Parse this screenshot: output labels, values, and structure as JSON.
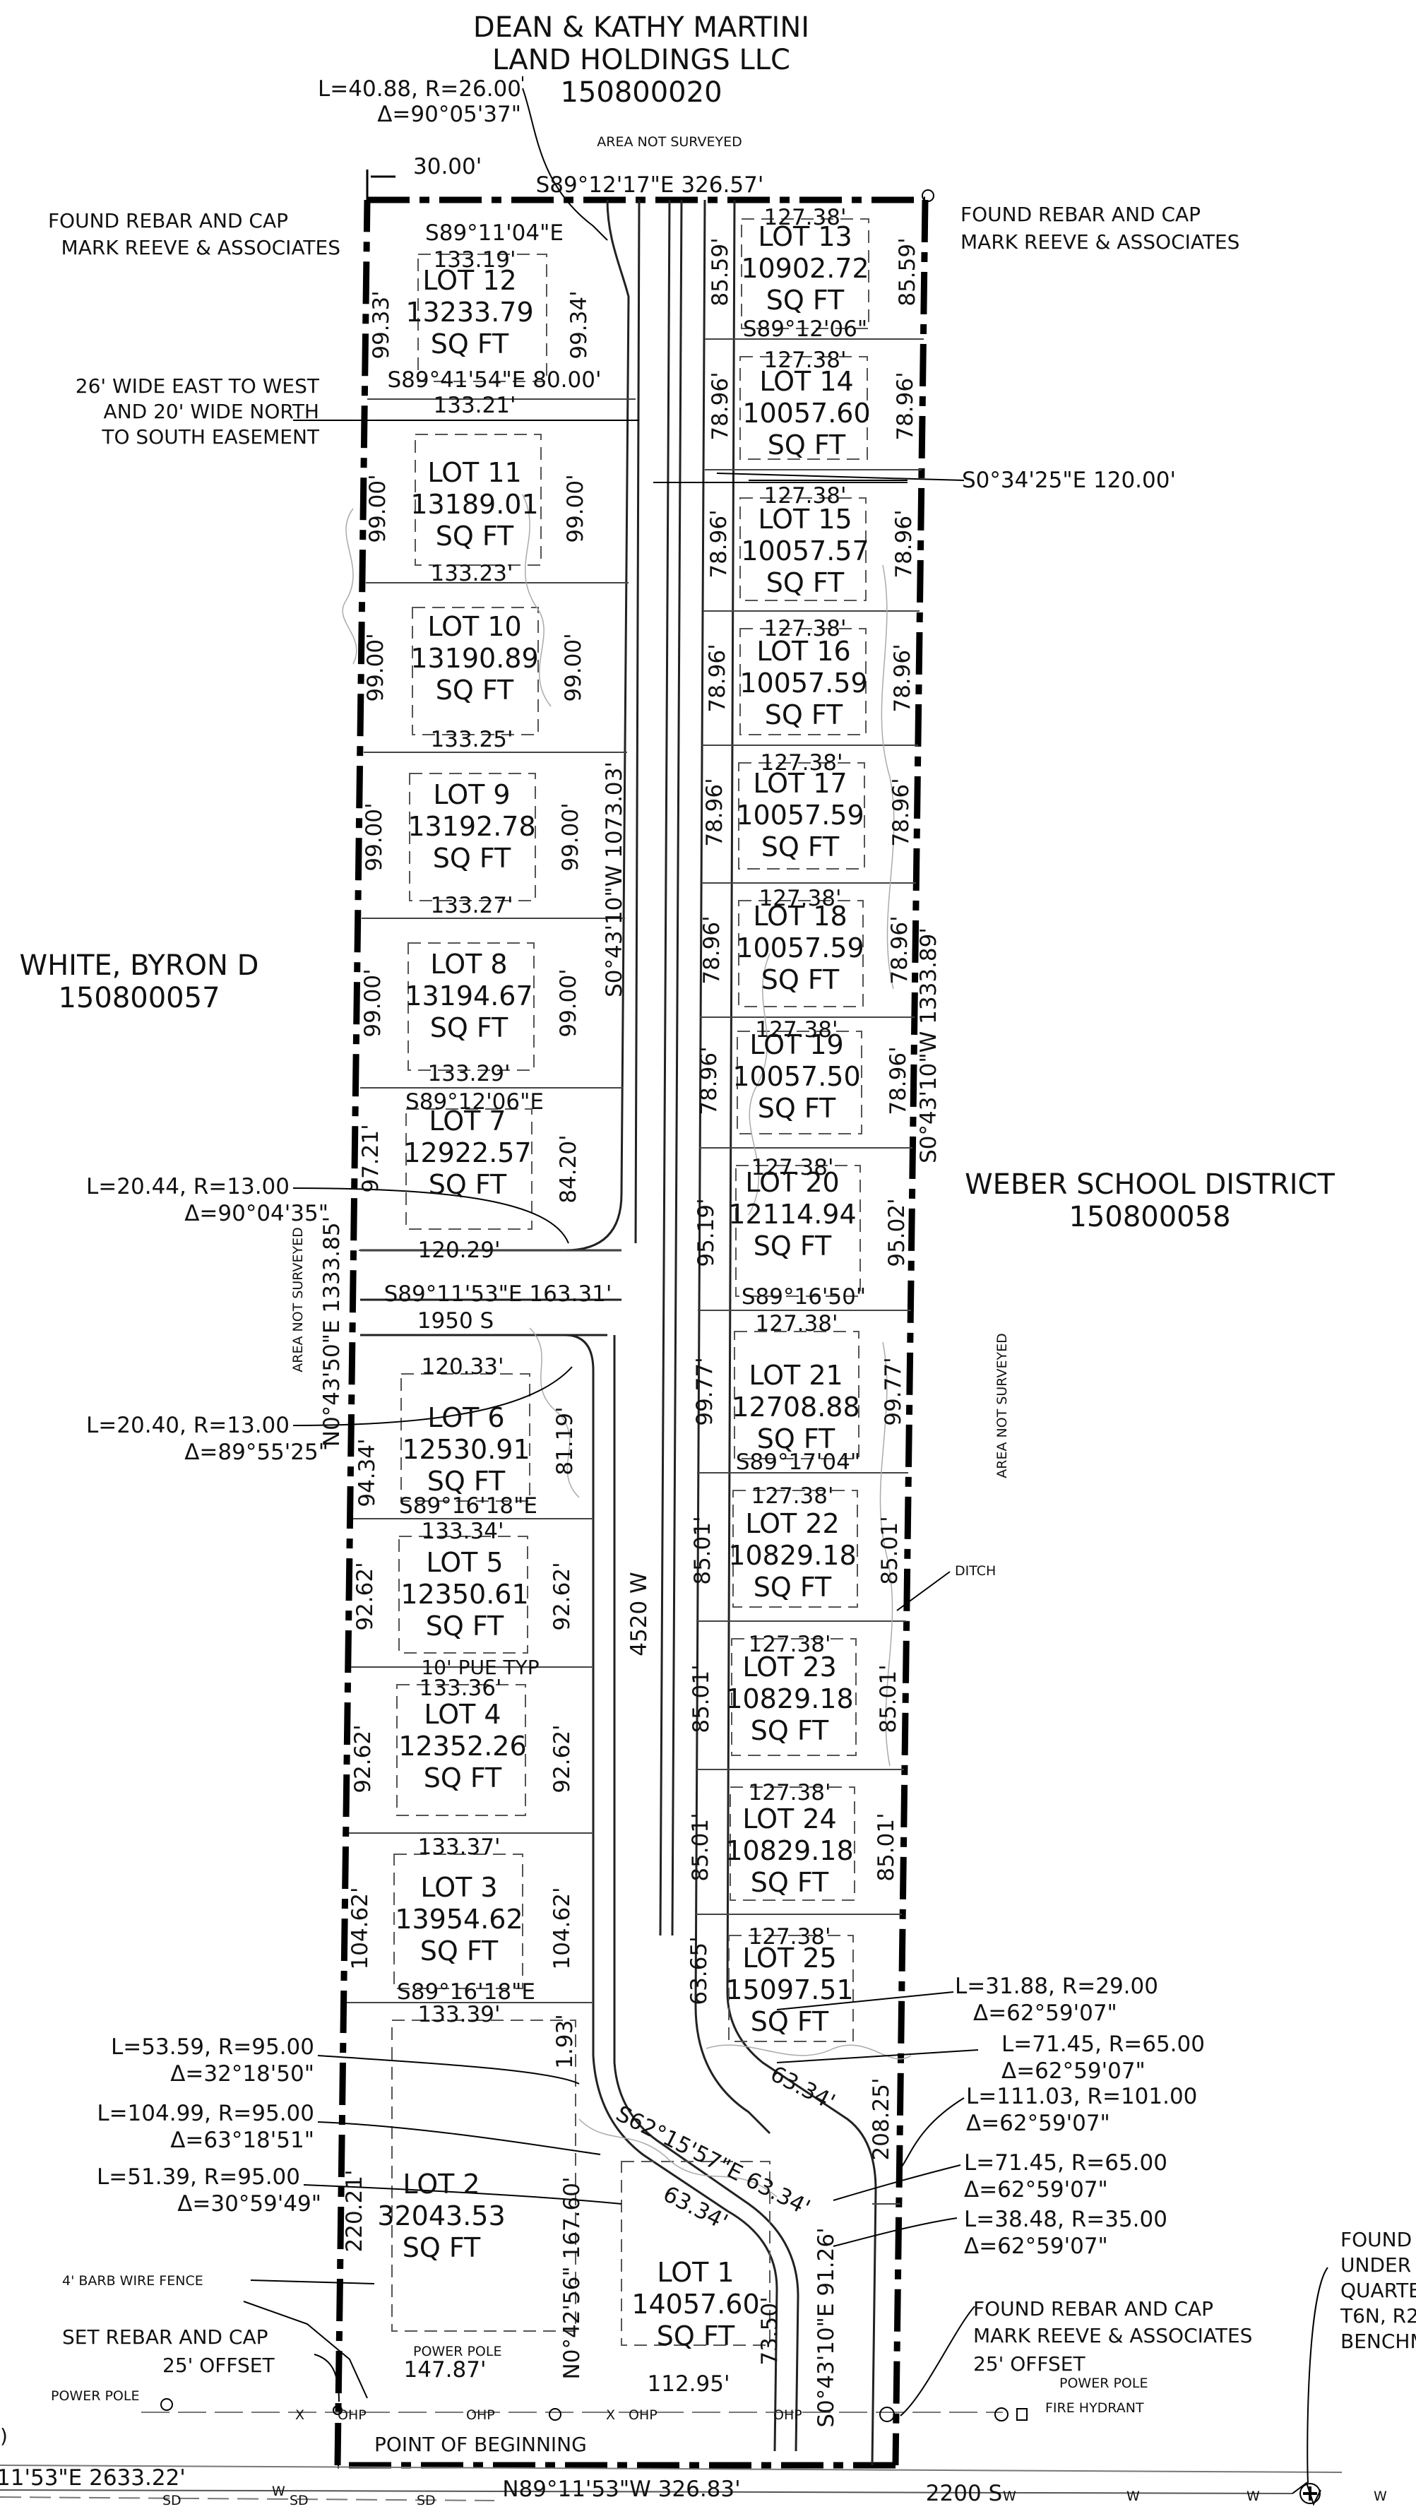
{
  "owners": {
    "north_line1": "DEAN & KATHY MARTINI",
    "north_line2": "LAND HOLDINGS LLC",
    "north_parcel": "150800020",
    "west_name": "WHITE, BYRON D",
    "west_parcel": "150800057",
    "east_name": "WEBER SCHOOL DISTRICT",
    "east_parcel": "150800058"
  },
  "not_surveyed": {
    "north": "AREA NOT SURVEYED",
    "west": "AREA NOT SURVEYED",
    "east": "AREA NOT SURVEYED"
  },
  "boundary": {
    "north_bearing": "S89°12'17\"E 326.57'",
    "south_bearing": "N89°11'53\"W 326.83'",
    "east_bearing": "S0°43'10\"W 1333.89'",
    "west_bearing": "N0°43'50\"E 1333.85'",
    "centerline_bearing": "S0°43'10\"W 1073.03'",
    "section_line": "11'53\"E 2633.22'",
    "row_width": "30.00'"
  },
  "roads": {
    "north_south": "4520 W",
    "east_west": "1950 S",
    "south": "2200 S",
    "east_west_bearing": "S89°11'53\"E 163.31'",
    "diagonal_bearing": "S62°15'57\"E 63.34'",
    "diagonal_len_a": "63.34'",
    "diagonal_len_b": "63.34'",
    "easement_bearing": "S0°34'25\"E 120.00'"
  },
  "lots": [
    {
      "name": "LOT 1",
      "area": "14057.60",
      "unit": "SQ FT"
    },
    {
      "name": "LOT 2",
      "area": "32043.53",
      "unit": "SQ FT"
    },
    {
      "name": "LOT 3",
      "area": "13954.62",
      "unit": "SQ FT"
    },
    {
      "name": "LOT 4",
      "area": "12352.26",
      "unit": "SQ FT"
    },
    {
      "name": "LOT 5",
      "area": "12350.61",
      "unit": "SQ FT"
    },
    {
      "name": "LOT 6",
      "area": "12530.91",
      "unit": "SQ FT"
    },
    {
      "name": "LOT 7",
      "area": "12922.57",
      "unit": "SQ FT"
    },
    {
      "name": "LOT 8",
      "area": "13194.67",
      "unit": "SQ FT"
    },
    {
      "name": "LOT 9",
      "area": "13192.78",
      "unit": "SQ FT"
    },
    {
      "name": "LOT 10",
      "area": "13190.89",
      "unit": "SQ FT"
    },
    {
      "name": "LOT 11",
      "area": "13189.01",
      "unit": "SQ FT"
    },
    {
      "name": "LOT 12",
      "area": "13233.79",
      "unit": "SQ FT"
    },
    {
      "name": "LOT 13",
      "area": "10902.72",
      "unit": "SQ FT"
    },
    {
      "name": "LOT 14",
      "area": "10057.60",
      "unit": "SQ FT"
    },
    {
      "name": "LOT 15",
      "area": "10057.57",
      "unit": "SQ FT"
    },
    {
      "name": "LOT 16",
      "area": "10057.59",
      "unit": "SQ FT"
    },
    {
      "name": "LOT 17",
      "area": "10057.59",
      "unit": "SQ FT"
    },
    {
      "name": "LOT 18",
      "area": "10057.59",
      "unit": "SQ FT"
    },
    {
      "name": "LOT 19",
      "area": "10057.50",
      "unit": "SQ FT"
    },
    {
      "name": "LOT 20",
      "area": "12114.94",
      "unit": "SQ FT"
    },
    {
      "name": "LOT 21",
      "area": "12708.88",
      "unit": "SQ FT"
    },
    {
      "name": "LOT 22",
      "area": "10829.18",
      "unit": "SQ FT"
    },
    {
      "name": "LOT 23",
      "area": "10829.18",
      "unit": "SQ FT"
    },
    {
      "name": "LOT 24",
      "area": "10829.18",
      "unit": "SQ FT"
    },
    {
      "name": "LOT 25",
      "area": "15097.51",
      "unit": "SQ FT"
    }
  ],
  "west_dims": {
    "lot12_depth": "99.33'",
    "lot12_front": "99.34'",
    "lot12_top_bearing": "S89°11'04\"E",
    "lot12_top": "133.19'",
    "lot12_bottom_bearing": "S89°41'54\"E 80.00'",
    "lot12_bottom": "133.21'",
    "lot11_depth": "99.00'",
    "lot11_front": "99.00'",
    "lot11_bottom": "133.23'",
    "lot10_depth": "99.00'",
    "lot10_front": "99.00'",
    "lot10_bottom": "133.25'",
    "lot9_depth": "99.00'",
    "lot9_front": "99.00'",
    "lot9_bottom": "133.27'",
    "lot8_depth": "99.00'",
    "lot8_front": "99.00'",
    "lot8_bottom": "133.29'",
    "lot7_bearing": "S89°12'06\"E",
    "lot7_depth": "97.21'",
    "lot7_front": "84.20'",
    "lot7_bottom": "120.29'",
    "lot6_top": "120.33'",
    "lot6_depth": "94.34'",
    "lot6_front": "81.19'",
    "lot6_bottom_bearing": "S89°16'18\"E",
    "lot5_top": "133.34'",
    "lot5_depth": "92.62'",
    "lot5_front": "92.62'",
    "pue": "10' PUE TYP",
    "lot4_top": "133.36'",
    "lot4_depth": "92.62'",
    "lot4_front": "92.62'",
    "lot3_top": "133.37'",
    "lot3_depth": "104.62'",
    "lot3_front": "104.62'",
    "lot2_bearing": "S89°16'18\"E",
    "lot2_top": "133.39'",
    "lot2_a": "1.93'",
    "lot2_depth": "220.21'",
    "lot2_front": "N0°42'56\" 167.60'",
    "lot2_bottom": "147.87'"
  },
  "east_dims": {
    "lot13_top": "127.38'",
    "lot13_w": "85.59'",
    "lot13_e": "85.59'",
    "lot13_bearing": "S89°12'06\"",
    "lot14_top": "127.38'",
    "lot14_w": "78.96'",
    "lot14_e": "78.96'",
    "lot15_top": "127.38'",
    "lot15_w": "78.96'",
    "lot15_e": "78.96'",
    "lot16_top": "127.38'",
    "lot16_w": "78.96'",
    "lot16_e": "78.96'",
    "lot17_top": "127.38'",
    "lot17_w": "78.96'",
    "lot17_e": "78.96'",
    "lot18_top": "127.38'",
    "lot18_w": "78.96'",
    "lot18_e": "78.96'",
    "lot19_top": "127.38'",
    "lot19_w": "78.96'",
    "lot19_e": "78.96'",
    "lot20_top": "127.38'",
    "lot20_w": "95.19'",
    "lot20_e": "95.02'",
    "lot21_bearing": "S89°16'50\"",
    "lot21_top": "127.38'",
    "lot21_w": "99.77'",
    "lot21_e": "99.77'",
    "lot22_bearing": "S89°17'04\"",
    "lot22_top": "127.38'",
    "lot22_w": "85.01'",
    "lot22_e": "85.01'",
    "lot23_top": "127.38'",
    "lot23_w": "85.01'",
    "lot23_e": "85.01'",
    "lot24_top": "127.38'",
    "lot24_w": "85.01'",
    "lot24_e": "85.01'",
    "lot25_top": "127.38'",
    "lot25_w": "63.65'",
    "lot25_e": "208.25'",
    "lot1_w": "73.50'",
    "lot1_e": "S0°43'10\"E 91.26'",
    "lot1_bottom": "112.95'"
  },
  "curves": {
    "c1_l": "L=40.88, R=26.00",
    "c1_d": "Δ=90°05'37\"",
    "c2_l": "L=20.44, R=13.00",
    "c2_d": "Δ=90°04'35\"",
    "c3_l": "L=20.40, R=13.00",
    "c3_d": "Δ=89°55'25\"",
    "c4_l": "L=53.59, R=95.00",
    "c4_d": "Δ=32°18'50\"",
    "c5_l": "L=104.99, R=95.00",
    "c5_d": "Δ=63°18'51\"",
    "c6_l": "L=51.39, R=95.00",
    "c6_d": "Δ=30°59'49\"",
    "c7_l": "L=31.88, R=29.00",
    "c7_d": "Δ=62°59'07\"",
    "c8_l": "L=71.45, R=65.00",
    "c8_d": "Δ=62°59'07\"",
    "c9_l": "L=111.03, R=101.00",
    "c9_d": "Δ=62°59'07\"",
    "c10_l": "L=71.45, R=65.00",
    "c10_d": "Δ=62°59'07\"",
    "c11_l": "L=38.48, R=35.00",
    "c11_d": "Δ=62°59'07\""
  },
  "notes": {
    "found_rebar_nw_1": "FOUND REBAR AND CAP",
    "found_rebar_nw_2": "MARK REEVE & ASSOCIATES",
    "found_rebar_ne_1": "FOUND REBAR AND CAP",
    "found_rebar_ne_2": "MARK REEVE & ASSOCIATES",
    "easement_1": "26' WIDE EAST TO WEST",
    "easement_2": "AND 20' WIDE NORTH",
    "easement_3": "TO SOUTH EASEMENT",
    "ditch": "DITCH",
    "fence": "4' BARB WIRE FENCE",
    "set_rebar_1": "SET REBAR AND CAP",
    "set_rebar_2": "25' OFFSET",
    "power_pole_w": "POWER POLE",
    "power_pole_s": "POWER POLE",
    "pob": "POINT OF BEGINNING",
    "found_rebar_se_1": "FOUND REBAR AND CAP",
    "found_rebar_se_2": "MARK REEVE & ASSOCIATES",
    "found_rebar_se_3": "25' OFFSET",
    "power_pole_e": "POWER POLE",
    "fire_hydrant": "FIRE HYDRANT",
    "monument_1": "FOUND",
    "monument_2": "UNDER",
    "monument_3": "QUARTE",
    "monument_4": "T6N, R2",
    "monument_5": "BENCHM",
    "ohp": "OHP",
    "sd": "SD",
    "w": "W",
    "x": "X",
    "paren": ")"
  }
}
